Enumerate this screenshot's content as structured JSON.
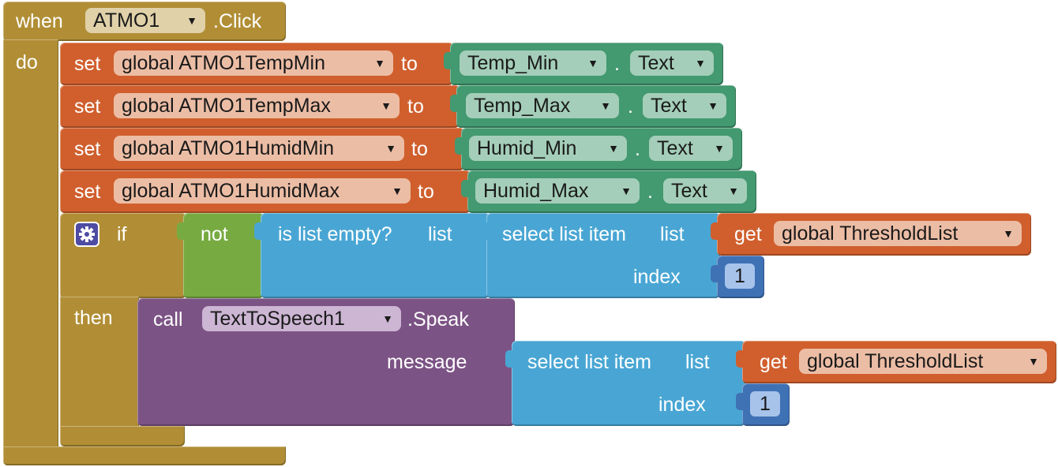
{
  "event": {
    "when": "when",
    "component": "ATMO1",
    "event_name": ".Click",
    "do": "do"
  },
  "sets": [
    {
      "set": "set",
      "var": "global ATMO1TempMin",
      "to": "to",
      "component": "Temp_Min",
      "dot": ".",
      "prop": "Text"
    },
    {
      "set": "set",
      "var": "global ATMO1TempMax",
      "to": "to",
      "component": "Temp_Max",
      "dot": ".",
      "prop": "Text"
    },
    {
      "set": "set",
      "var": "global ATMO1HumidMin",
      "to": "to",
      "component": "Humid_Min",
      "dot": ".",
      "prop": "Text"
    },
    {
      "set": "set",
      "var": "global ATMO1HumidMax",
      "to": "to",
      "component": "Humid_Max",
      "dot": ".",
      "prop": "Text"
    }
  ],
  "if_block": {
    "if": "if",
    "then": "then",
    "not": "not",
    "is_list_empty": "is list empty?",
    "list": "list",
    "select": "select list item",
    "select_list": "list",
    "get": "get",
    "get_var": "global ThresholdList",
    "index": "index",
    "index_value": "1"
  },
  "call_block": {
    "call": "call",
    "component": "TextToSpeech1",
    "method": ".Speak",
    "message": "message",
    "select": "select list item",
    "select_list": "list",
    "get": "get",
    "get_var": "global ThresholdList",
    "index": "index",
    "index_value": "1"
  },
  "colors": {
    "event": "#B18E35",
    "set": "#D05F2D",
    "component_property": "#439970",
    "logic": "#77AB41",
    "list": "#49A6D4",
    "math": "#3F71B5",
    "procedure_call": "#7C5385"
  },
  "icons": {
    "mutator": "gear-icon",
    "dropdown": "dropdown-arrow-icon"
  }
}
